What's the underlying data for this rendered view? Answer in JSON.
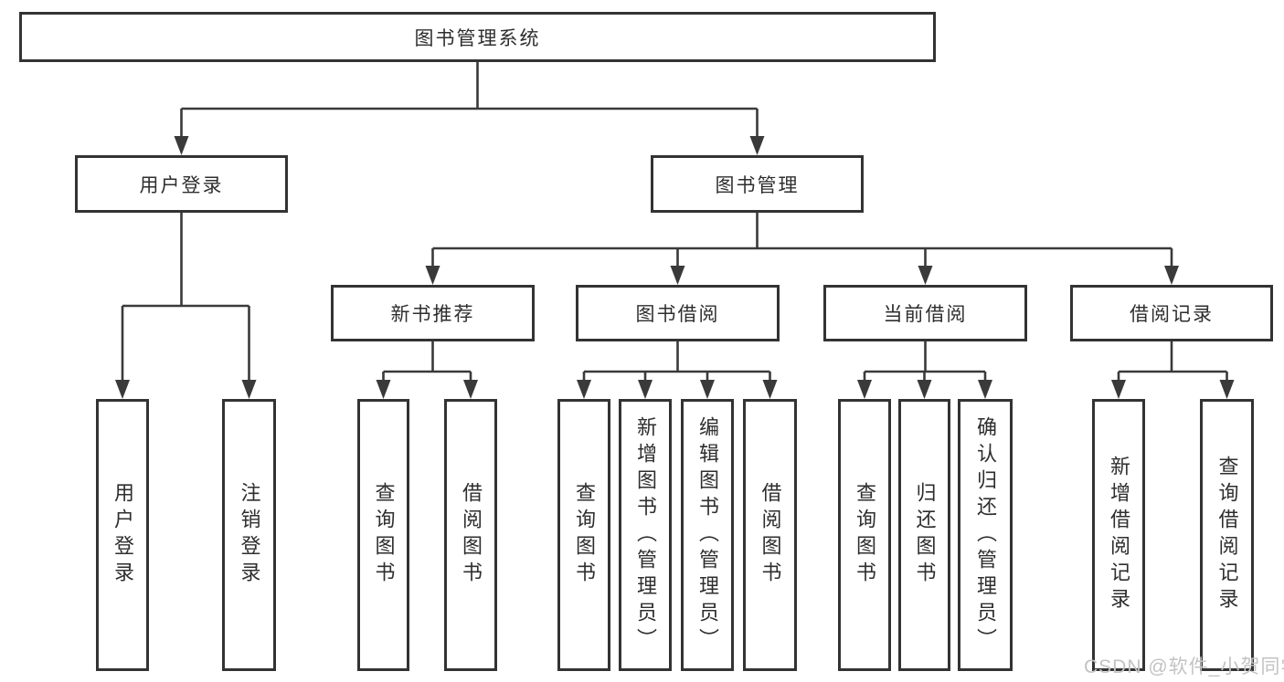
{
  "diagram": {
    "root": "图书管理系统",
    "branches": [
      {
        "label": "用户登录",
        "children": [
          "用户登录",
          "注销登录"
        ]
      },
      {
        "label": "图书管理",
        "children": [
          {
            "label": "新书推荐",
            "children": [
              "查询图书",
              "借阅图书"
            ]
          },
          {
            "label": "图书借阅",
            "children": [
              "查询图书",
              "新增图书（管理员）",
              "编辑图书（管理员）",
              "借阅图书"
            ]
          },
          {
            "label": "当前借阅",
            "children": [
              "查询图书",
              "归还图书",
              "确认归还（管理员）"
            ]
          },
          {
            "label": "借阅记录",
            "children": [
              "新增借阅记录",
              "查询借阅记录"
            ]
          }
        ]
      }
    ]
  },
  "watermark": "CSDN @软件_小贺同学",
  "colors": {
    "line": "#3a3a3a",
    "box_border": "#333333",
    "text": "#2e2e2e",
    "watermark": "#c3c3c3",
    "background": "#ffffff"
  }
}
